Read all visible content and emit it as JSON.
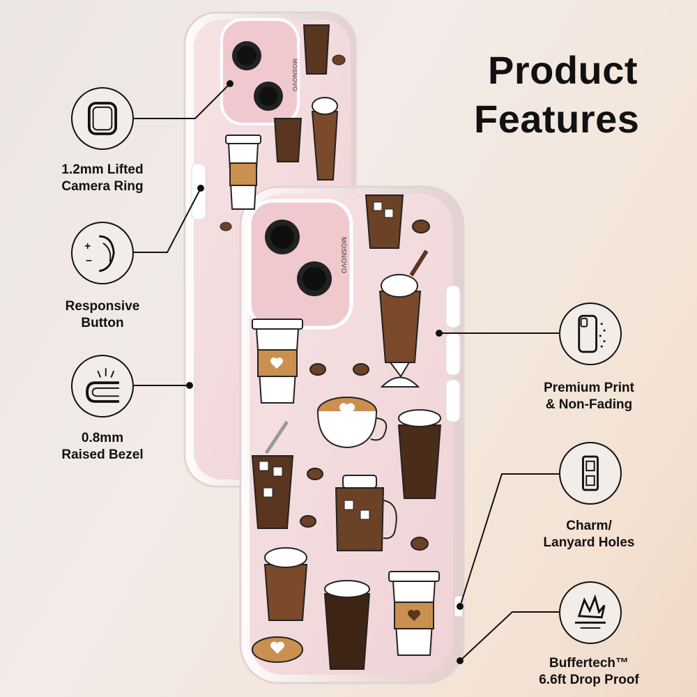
{
  "title": {
    "line1": "Product",
    "line2": "Features"
  },
  "brand": "MOSNOVO",
  "features": [
    {
      "id": "camera-ring",
      "line1": "1.2mm Lifted",
      "line2": "Camera Ring",
      "icon": "camera-ring-icon"
    },
    {
      "id": "responsive-button",
      "line1": "Responsive",
      "line2": "Button",
      "icon": "button-press-icon"
    },
    {
      "id": "raised-bezel",
      "line1": "0.8mm",
      "line2": "Raised Bezel",
      "icon": "raised-bezel-icon"
    },
    {
      "id": "premium-print",
      "line1": "Premium Print",
      "line2": "& Non-Fading",
      "icon": "phone-print-icon"
    },
    {
      "id": "lanyard-holes",
      "line1": "Charm/",
      "line2": "Lanyard Holes",
      "icon": "lanyard-hole-icon"
    },
    {
      "id": "drop-proof",
      "line1": "Buffertech™",
      "line2": "6.6ft Drop Proof",
      "icon": "shock-absorb-icon"
    }
  ],
  "colors": {
    "case_bg": "#f3d9db",
    "coffee": "#6b4226",
    "accent": "#c9904f"
  }
}
